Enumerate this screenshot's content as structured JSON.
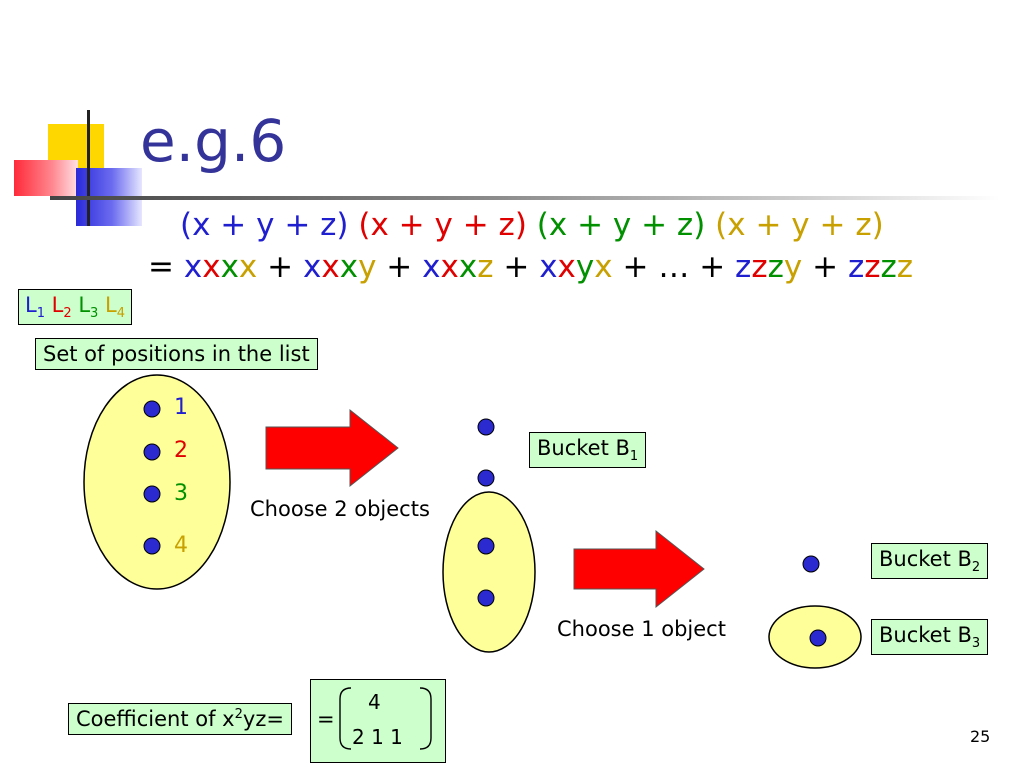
{
  "slide": {
    "title": "e.g.6",
    "page_number": "25"
  },
  "equation": {
    "line1": [
      {
        "text": "(x + y + z)",
        "color": "#1f1fd0"
      },
      {
        "text": "(x + y + z)",
        "color": "#e00000"
      },
      {
        "text": "(x + y + z)",
        "color": "#009000"
      },
      {
        "text": "(x + y + z)",
        "color": "#c8a000"
      }
    ],
    "line2": {
      "eq": "=",
      "plus": "+",
      "ellipsis": "…",
      "terms": [
        [
          "x",
          "x",
          "x",
          "x"
        ],
        [
          "x",
          "x",
          "x",
          "y"
        ],
        [
          "x",
          "x",
          "x",
          "z"
        ],
        [
          "x",
          "x",
          "y",
          "x"
        ],
        [
          "z",
          "z",
          "z",
          "y"
        ],
        [
          "z",
          "z",
          "z",
          "z"
        ]
      ]
    }
  },
  "list_box": {
    "letter": "L",
    "subs": [
      "1",
      "2",
      "3",
      "4"
    ]
  },
  "positions_label": "Set of positions in the list",
  "positions": [
    "1",
    "2",
    "3",
    "4"
  ],
  "arrows": {
    "first_label": "Choose 2 objects",
    "second_label": "Choose 1 object"
  },
  "buckets": [
    {
      "name": "Bucket B",
      "sub": "1"
    },
    {
      "name": "Bucket B",
      "sub": "2"
    },
    {
      "name": "Bucket B",
      "sub": "3"
    }
  ],
  "coefficient": {
    "prefix": "Coefficient of x",
    "exponent": "2",
    "suffix": "yz=",
    "eq": "=",
    "top": "4",
    "bottom": "2 1 1"
  },
  "colors": {
    "title": "#333399",
    "pos1": "#1f1fd0",
    "pos2": "#e00000",
    "pos3": "#009000",
    "pos4": "#c8a000",
    "ellipse_fill": "#ffff99",
    "dot": "#2a2ad0",
    "arrow": "#ff0000",
    "box_fill": "#ccffcc"
  }
}
